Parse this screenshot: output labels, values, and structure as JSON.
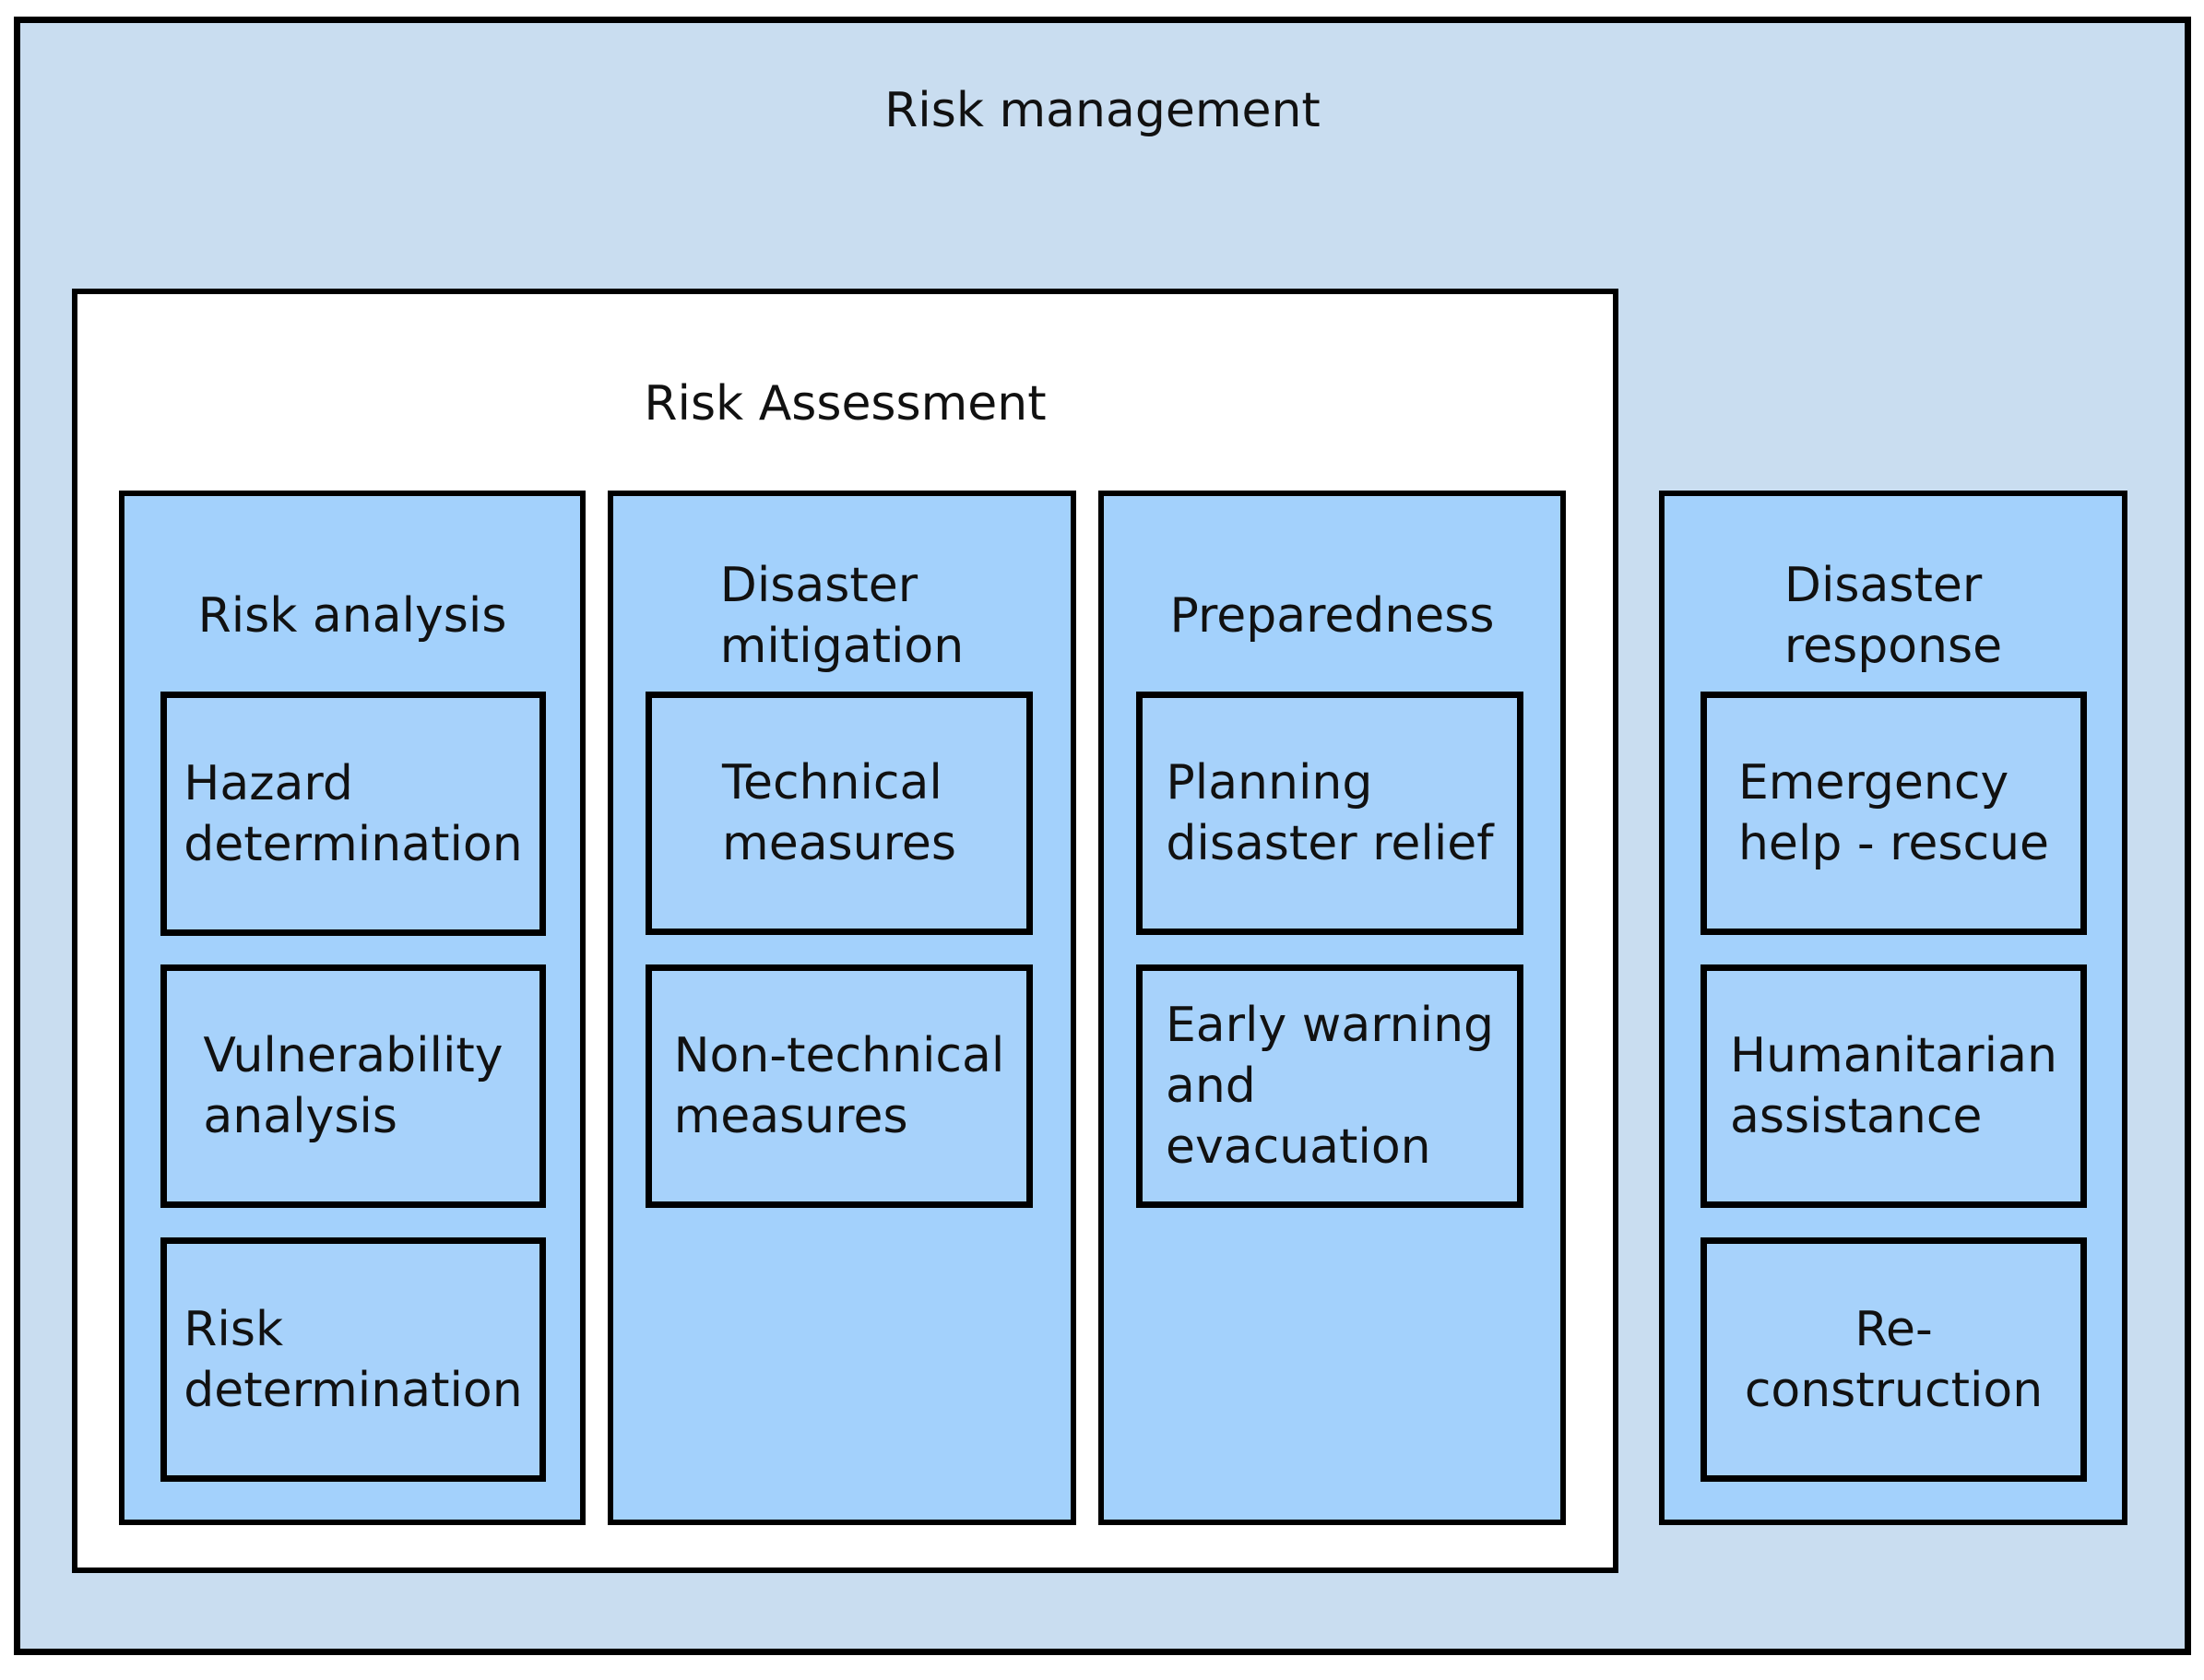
{
  "diagram": {
    "title": "Risk management",
    "assessment_title": "Risk Assessment",
    "colors": {
      "outer_fill": "#c9ddf0",
      "assessment_fill": "#ffffff",
      "column_fill": "#a3d1fc",
      "card_fill": "#a7d2fb",
      "border": "#000000"
    },
    "columns": [
      {
        "title": "Risk analysis",
        "items": [
          "Hazard\ndetermination",
          "Vulnerability\nanalysis",
          "Risk\ndetermination"
        ]
      },
      {
        "title": "Disaster\nmitigation",
        "items": [
          "Technical\nmeasures",
          "Non-technical\nmeasures"
        ]
      },
      {
        "title": "Preparedness",
        "items": [
          "Planning\ndisaster relief",
          "Early warning\nand\nevacuation"
        ]
      },
      {
        "title": "Disaster\nresponse",
        "items": [
          "Emergency\nhelp - rescue",
          "Humanitarian\nassistance",
          "Re-\nconstruction"
        ]
      }
    ]
  }
}
